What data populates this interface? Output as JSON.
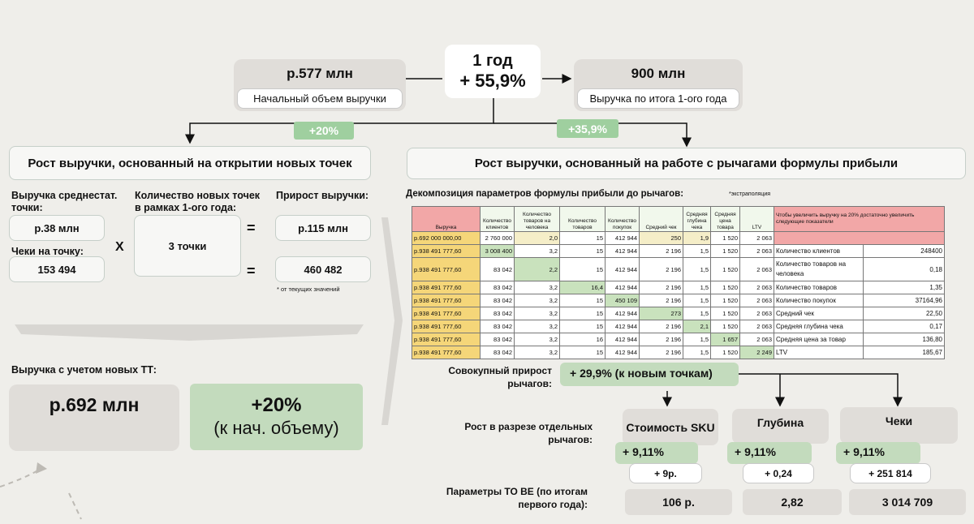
{
  "top": {
    "start_value": "р.577 млн",
    "start_label": "Начальный объем выручки",
    "center_line1": "1 год",
    "center_line2": "+ 55,9%",
    "end_value": "900 млн",
    "end_label": "Выручка по итога 1-ого года",
    "left_badge": "+20%",
    "right_badge": "+35,9%"
  },
  "left": {
    "title": "Рост выручки, основанный на открытии новых точек",
    "avg_rev_label": "Выручка среднестат. точки:",
    "avg_rev_value": "р.38 млн",
    "checks_label": "Чеки на точку:",
    "checks_value": "153 494",
    "multiply": "X",
    "new_points_label": "Количество новых точек в рамках 1-ого года:",
    "new_points_value": "3 точки",
    "eq": "=",
    "growth_label": "Прирост выручки:",
    "growth_value": "р.115 млн",
    "checks_growth_value": "460 482",
    "note": "* от текущих значений",
    "result_label": "Выручка с учетом новых ТТ:",
    "result_value": "р.692 млн",
    "result_pct_line1": "+20%",
    "result_pct_line2": "(к нач. объему)"
  },
  "right": {
    "title": "Рост выручки, основанный на работе с рычагами формулы прибыли",
    "decomp_title": "Декомпозиция параметров формулы прибыли до рычагов:",
    "extrap_note": "*экстраполяция",
    "cum_label": "Совокупный прирост рычагов:",
    "cum_value": "+ 29,9% (к новым точкам)",
    "by_lever_label": "Рост в разрезе отдельных рычагов:",
    "params_label": "Параметры ТО ВЕ (по итогам первого года):",
    "levers": [
      {
        "name": "Стоимость SKU",
        "pct": "+ 9,11%",
        "delta": "+ 9р.",
        "param": "106 р."
      },
      {
        "name": "Глубина",
        "pct": "+ 9,11%",
        "delta": "+ 0,24",
        "param": "2,82"
      },
      {
        "name": "Чеки",
        "pct": "+ 9,11%",
        "delta": "+ 251 814",
        "param": "3 014 709"
      }
    ]
  },
  "table": {
    "headers": [
      "Выручка",
      "Количество клиентов",
      "Количество товаров на человека",
      "Количество товаров",
      "Количество покупок",
      "Средний чек",
      "Средняя глубина чека",
      "Средняя цена товара",
      "LTV"
    ],
    "note_header": "Чтобы увеличить выручку на 20% достаточно увеличить следующие показатели",
    "rows": [
      {
        "cells": [
          "р.692 000 000,00",
          "2 760 000",
          "2,0",
          "15",
          "412 944",
          "250",
          "1,9",
          "1 520",
          "2 063"
        ],
        "label": "",
        "value": ""
      },
      {
        "cells": [
          "р.938 491 777,60",
          "3 008 400",
          "3,2",
          "15",
          "412 944",
          "2 196",
          "1,5",
          "1 520",
          "2 063"
        ],
        "label": "Количество клиентов",
        "value": "248400"
      },
      {
        "cells": [
          "р.938 491 777,60",
          "83 042",
          "2,2",
          "15",
          "412 944",
          "2 196",
          "1,5",
          "1 520",
          "2 063"
        ],
        "label": "Количество товаров на человека",
        "value": "0,18"
      },
      {
        "cells": [
          "р.938 491 777,60",
          "83 042",
          "3,2",
          "16,4",
          "412 944",
          "2 196",
          "1,5",
          "1 520",
          "2 063"
        ],
        "label": "Количество товаров",
        "value": "1,35"
      },
      {
        "cells": [
          "р.938 491 777,60",
          "83 042",
          "3,2",
          "15",
          "450 109",
          "2 196",
          "1,5",
          "1 520",
          "2 063"
        ],
        "label": "Количество покупок",
        "value": "37164,96"
      },
      {
        "cells": [
          "р.938 491 777,60",
          "83 042",
          "3,2",
          "15",
          "412 944",
          "273",
          "1,5",
          "1 520",
          "2 063"
        ],
        "label": "Средний чек",
        "value": "22,50"
      },
      {
        "cells": [
          "р.938 491 777,60",
          "83 042",
          "3,2",
          "15",
          "412 944",
          "2 196",
          "2,1",
          "1 520",
          "2 063"
        ],
        "label": "Средняя глубина чека",
        "value": "0,17"
      },
      {
        "cells": [
          "р.938 491 777,60",
          "83 042",
          "3,2",
          "16",
          "412 944",
          "2 196",
          "1,5",
          "1 657",
          "2 063"
        ],
        "label": "Средняя цена за товар",
        "value": "136,80"
      },
      {
        "cells": [
          "р.938 491 777,60",
          "83 042",
          "3,2",
          "15",
          "412 944",
          "2 196",
          "1,5",
          "1 520",
          "2 249"
        ],
        "label": "LTV",
        "value": "185,67"
      }
    ]
  }
}
